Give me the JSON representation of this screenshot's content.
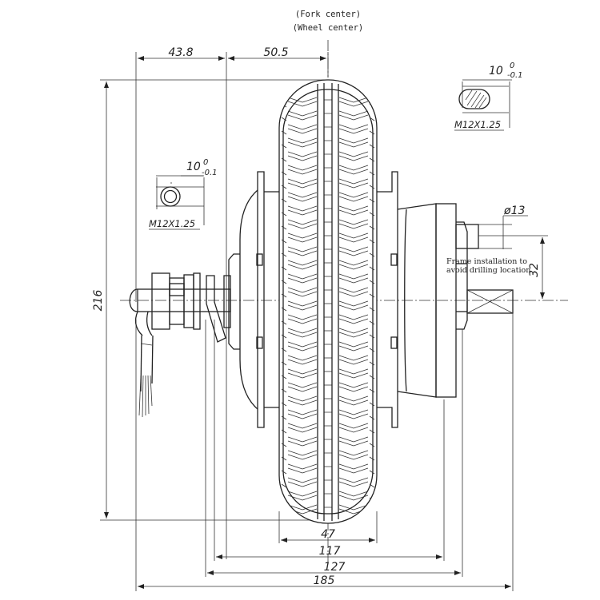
{
  "labels": {
    "fork_center": "(Fork center)",
    "wheel_center": "(Wheel center)",
    "frame_note_line1": "Frame installation to",
    "frame_note_line2": "avoid drilling location"
  },
  "dimensions": {
    "left_offset": "43.8",
    "right_offset": "50.5",
    "height": "216",
    "shaft_dia": "ø13",
    "shaft_height": "32",
    "tire_width": "47",
    "d117": "117",
    "d127": "127",
    "d185": "185"
  },
  "flat_left": {
    "width": "10",
    "tol_upper": "0",
    "tol_lower": "-0.1",
    "thread": "M12X1.25"
  },
  "flat_right": {
    "width": "10",
    "tol_upper": "0",
    "tol_lower": "-0.1",
    "thread": "M12X1.25"
  }
}
